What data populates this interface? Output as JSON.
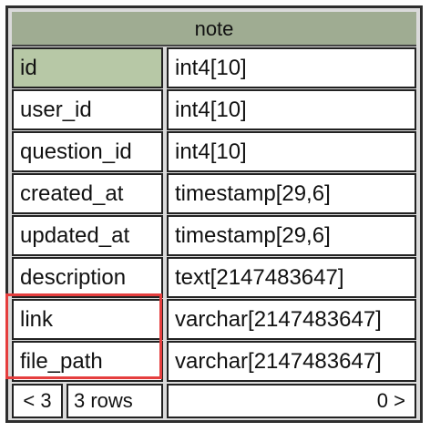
{
  "table": {
    "name": "note",
    "columns": [
      {
        "name": "id",
        "type": "int4[10]",
        "primary_key": true
      },
      {
        "name": "user_id",
        "type": "int4[10]",
        "primary_key": false
      },
      {
        "name": "question_id",
        "type": "int4[10]",
        "primary_key": false
      },
      {
        "name": "created_at",
        "type": "timestamp[29,6]",
        "primary_key": false
      },
      {
        "name": "updated_at",
        "type": "timestamp[29,6]",
        "primary_key": false
      },
      {
        "name": "description",
        "type": "text[2147483647]",
        "primary_key": false
      },
      {
        "name": "link",
        "type": "varchar[2147483647]",
        "primary_key": false
      },
      {
        "name": "file_path",
        "type": "varchar[2147483647]",
        "primary_key": false
      }
    ],
    "footer": {
      "prev_label": "< 3",
      "rows_label": "3 rows",
      "next_label": "0 >"
    }
  },
  "colors": {
    "header_bg": "#9fac92",
    "primary_key_bg": "#b7c8a6",
    "highlight_border": "#e53e3e",
    "card_border": "#2e2e2e"
  },
  "highlight": {
    "columns": [
      "link",
      "file_path"
    ]
  }
}
